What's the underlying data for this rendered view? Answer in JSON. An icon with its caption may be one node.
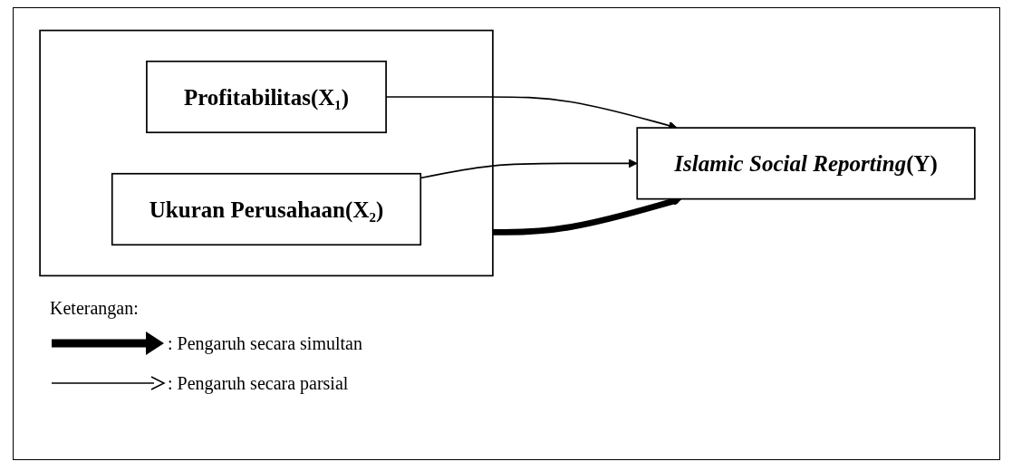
{
  "diagram": {
    "nodes": [
      {
        "text": [],
        "shape": "box"
      },
      {
        "text": [
          "**Profitabilitas(X₁)**"
        ],
        "in": 0
      },
      {
        "text": [
          "**Ukuran Perusahaan(X₂)**"
        ],
        "in": 0
      },
      {
        "text": [
          "***Islamic Social Reporting*(Y)**"
        ]
      }
    ],
    "edges": [
      {
        "from": 1,
        "to": 3,
        "arrow": "to"
      },
      {
        "from": 2,
        "to": 3,
        "arrow": "to"
      },
      {
        "from": 0,
        "to": 3,
        "arrow": "to",
        "style": "thick"
      }
    ],
    "labels": [
      "Keterangan:"
    ],
    "legend": [
      {
        "text": ": Pengaruh secara simultan"
      },
      {
        "text": ": Pengaruh secara parsial"
      }
    ]
  }
}
